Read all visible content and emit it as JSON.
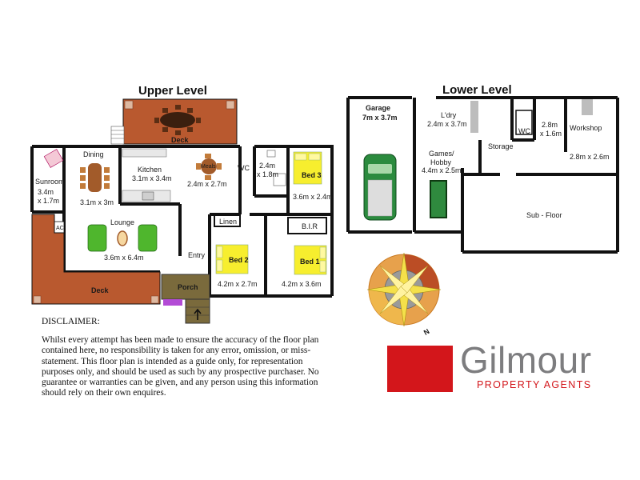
{
  "upper_level": {
    "title": "Upper Level",
    "rooms": [
      {
        "id": "deck-top",
        "name": "Deck",
        "dims": ""
      },
      {
        "id": "dining",
        "name": "Dining",
        "dims": "3.1m x 3m"
      },
      {
        "id": "kitchen",
        "name": "Kitchen",
        "dims": "3.1m x 3.4m"
      },
      {
        "id": "meals",
        "name": "Meals",
        "dims": "2.4m x 2.7m"
      },
      {
        "id": "wc",
        "name": "WC",
        "dims": ""
      },
      {
        "id": "bath",
        "name": "",
        "dims": "2.4m\nx 1.8m"
      },
      {
        "id": "bed3",
        "name": "Bed 3",
        "dims": "3.6m x 2.4m"
      },
      {
        "id": "sunroom",
        "name": "Sunroom",
        "dims": "3.4m\nx 1.7m"
      },
      {
        "id": "lounge",
        "name": "Lounge",
        "dims": "3.6m x 6.4m"
      },
      {
        "id": "linen",
        "name": "Linen",
        "dims": ""
      },
      {
        "id": "bir",
        "name": "B.I.R",
        "dims": ""
      },
      {
        "id": "entry",
        "name": "Entry",
        "dims": ""
      },
      {
        "id": "bed2",
        "name": "Bed 2",
        "dims": "4.2m x 2.7m"
      },
      {
        "id": "bed1",
        "name": "Bed 1",
        "dims": "4.2m x 3.6m"
      },
      {
        "id": "porch",
        "name": "Porch",
        "dims": ""
      },
      {
        "id": "deck-bottom",
        "name": "Deck",
        "dims": ""
      },
      {
        "id": "ac",
        "name": "AC",
        "dims": ""
      }
    ]
  },
  "lower_level": {
    "title": "Lower Level",
    "rooms": [
      {
        "id": "garage",
        "name": "Garage",
        "dims": "7m x 3.7m"
      },
      {
        "id": "laundry",
        "name": "L'dry",
        "dims": "2.4m x 3.7m"
      },
      {
        "id": "games",
        "name": "Games/\nHobby",
        "dims": "4.4m x 2.5m"
      },
      {
        "id": "storage",
        "name": "Storage",
        "dims": ""
      },
      {
        "id": "wc2",
        "name": "WC",
        "dims": ""
      },
      {
        "id": "closet",
        "name": "",
        "dims": "2.8m\nx 1.6m"
      },
      {
        "id": "workshop",
        "name": "Workshop",
        "dims": "2.8m x 2.6m"
      },
      {
        "id": "subfloor",
        "name": "Sub - Floor",
        "dims": ""
      }
    ]
  },
  "compass": {
    "north_label": "N"
  },
  "disclaimer": {
    "title": "DISCLAIMER:",
    "body": "Whilst every attempt has been made to ensure the accuracy of the floor plan contained here, no responsibility is taken for any error, omission, or miss-statement. This floor plan is intended as a guide only, for representation purposes only, and should be used as such by any prospective purchaser. No guarantee or warranties can be given, and any person using this information should rely on their own enquires."
  },
  "brand": {
    "name": "Gilmour",
    "tagline": "PROPERTY AGENTS",
    "colors": {
      "red": "#d3161b",
      "grey": "#7d7d7f"
    }
  },
  "colors": {
    "wall": "#111111",
    "deck": "#b9592f",
    "porch": "#7a6a3c",
    "bed": "#f7ee2e",
    "sofa": "#4fb62d",
    "table": "#a25b2a",
    "floor": "#ffffff"
  }
}
